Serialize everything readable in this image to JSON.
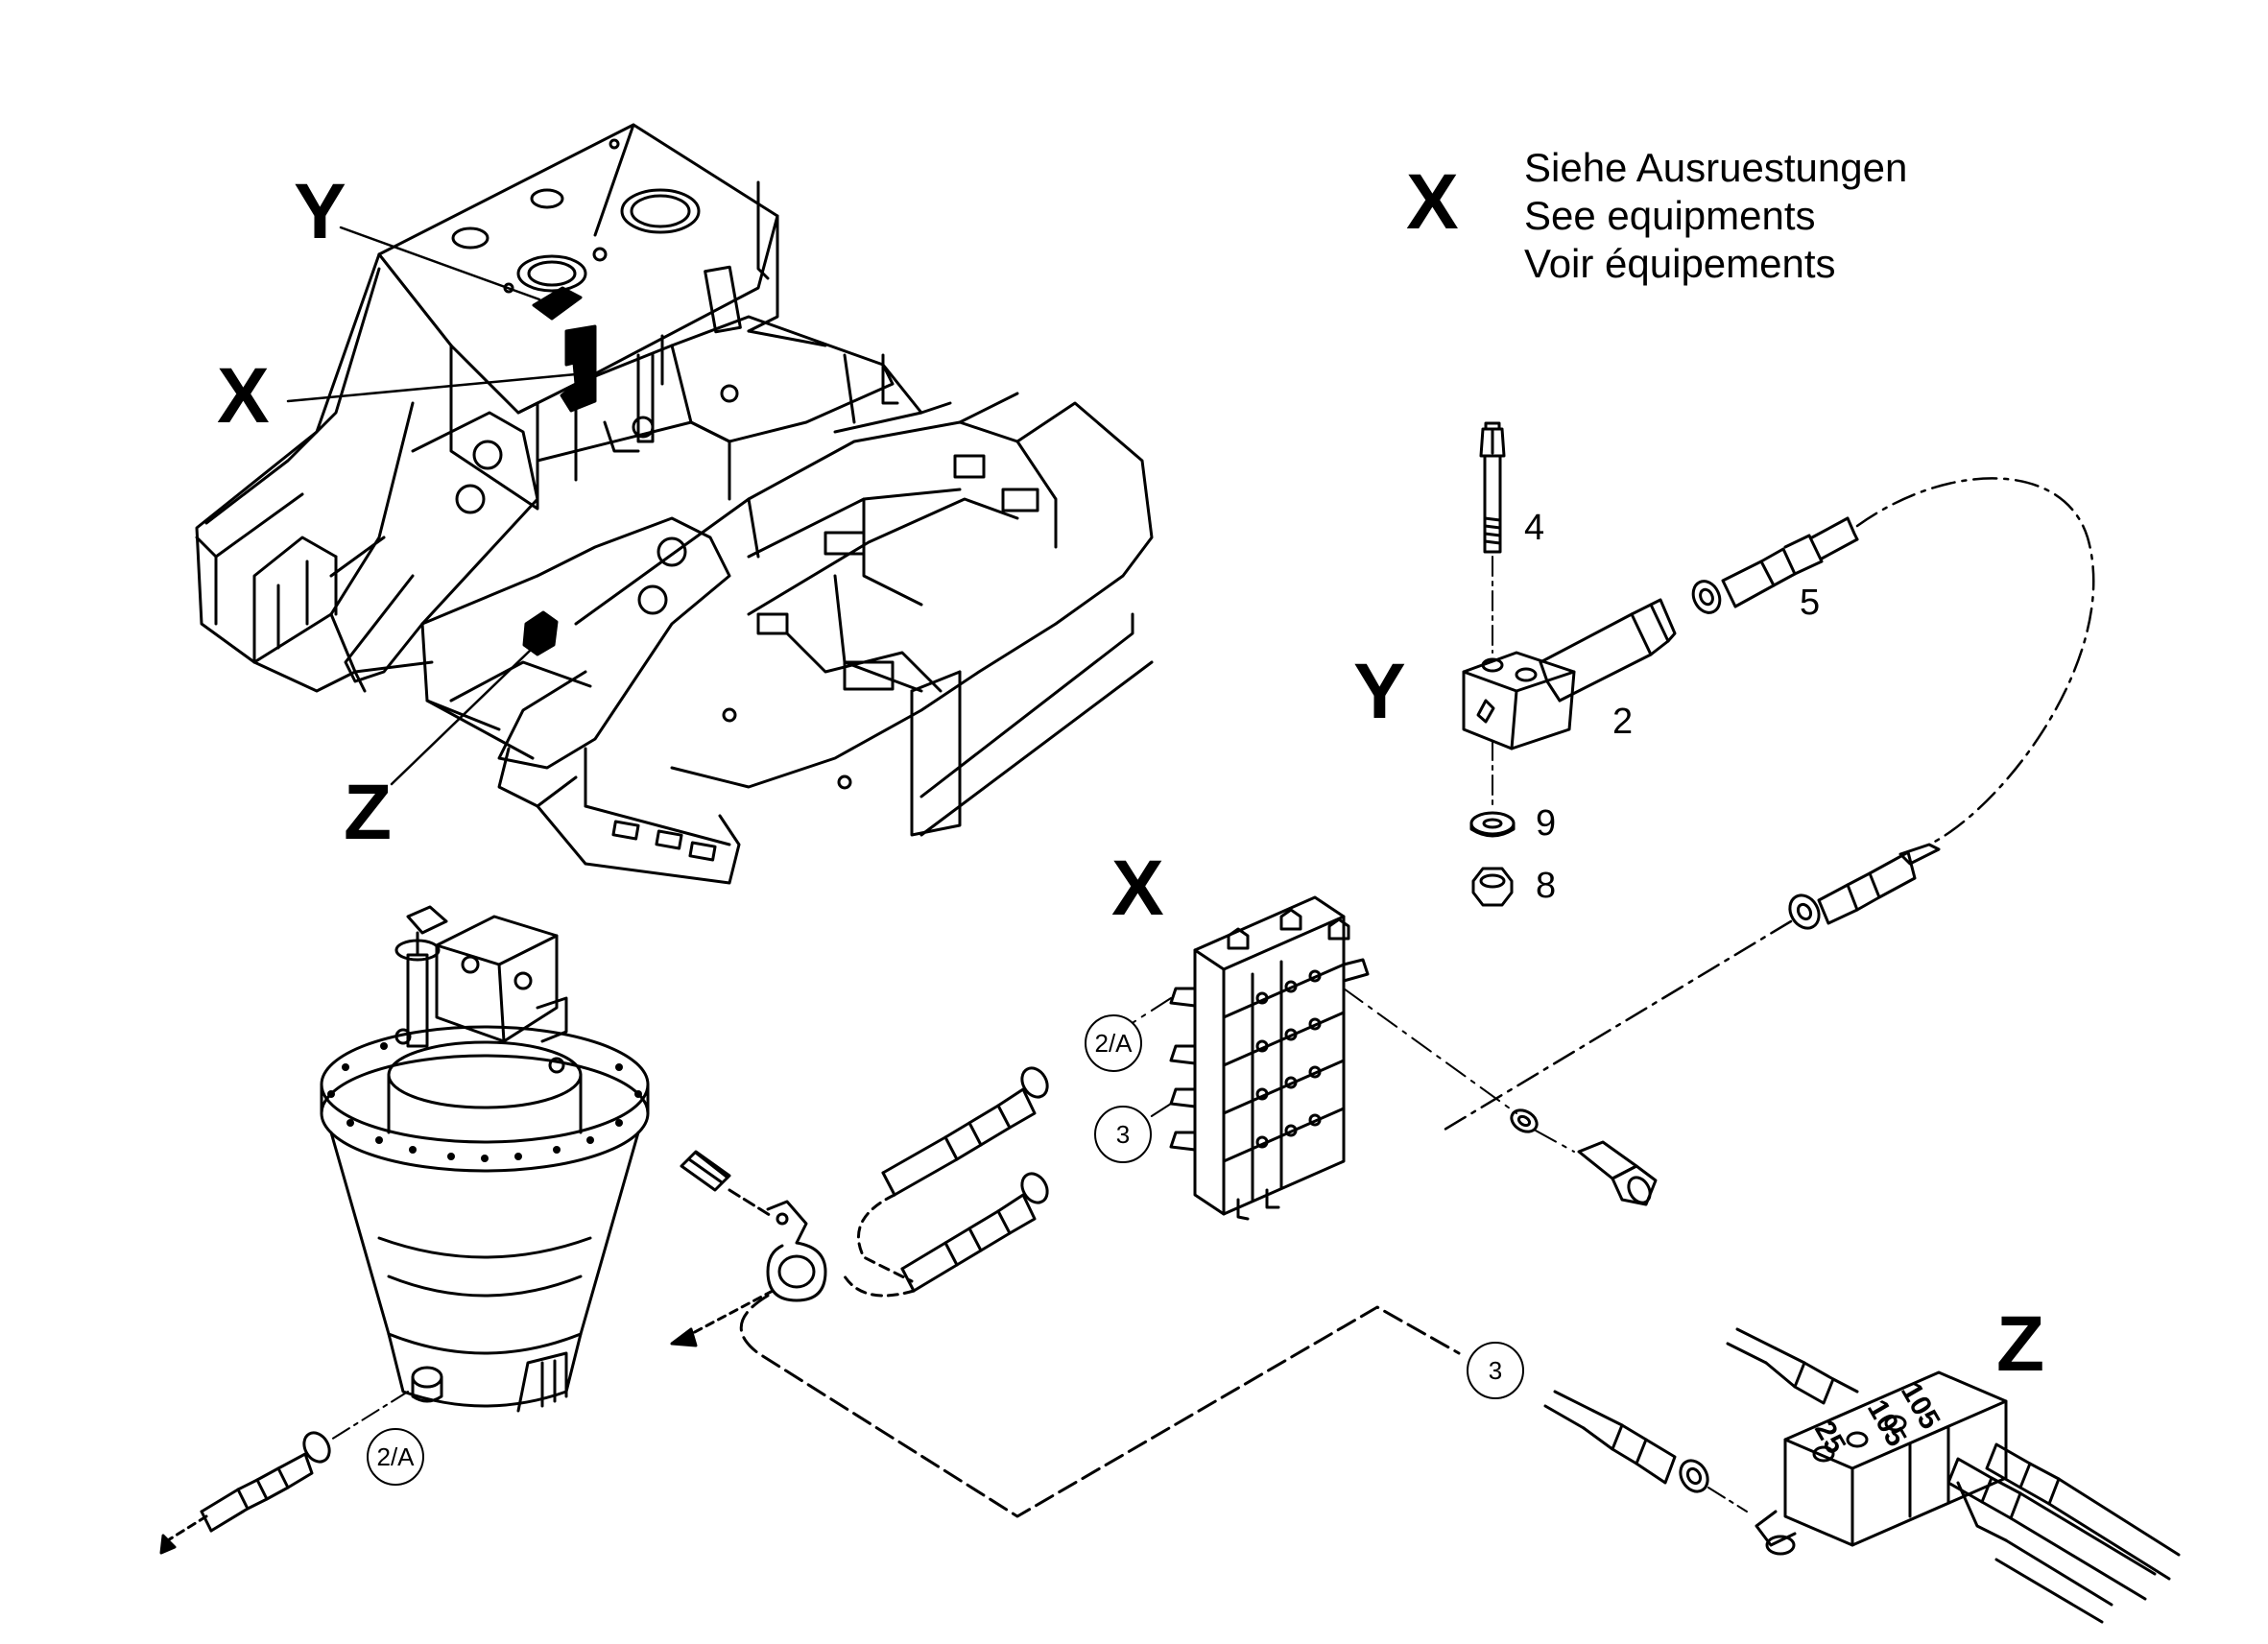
{
  "legend": {
    "letter": "X",
    "lines": [
      "Siehe Ausruestungen",
      "See equipments",
      "Voir équipements"
    ]
  },
  "callouts": {
    "frame_y": "Y",
    "frame_x": "X",
    "frame_z": "Z",
    "detail_y": "Y",
    "detail_x": "X",
    "detail_z": "Z"
  },
  "part_numbers": {
    "p4": "4",
    "p5": "5",
    "p2": "2",
    "p9": "9",
    "p8": "8"
  },
  "references": {
    "r_2a_top": "2/A",
    "r_3_mid": "3",
    "r_3_bottom": "3",
    "r_2a_bottom": "2/A"
  },
  "block_markings": {
    "m1": "105",
    "m2": "105",
    "m3": "25"
  }
}
